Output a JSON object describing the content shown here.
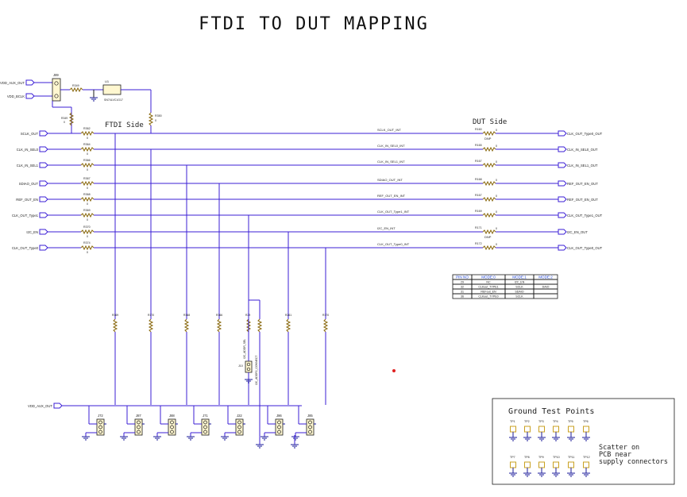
{
  "title": "FTDI TO DUT MAPPING",
  "side_labels": {
    "ftdi": "FTDI Side",
    "dut": "DUT Side"
  },
  "colors": {
    "wire": "#3b1fd6",
    "wire_red": "#d61f1f",
    "resistor": "#8a6a10",
    "connector": "#c8a020",
    "ground": "#1a1a9a",
    "text": "#222222",
    "test_point": "#c8a020"
  },
  "top_circuit": {
    "left_ports": [
      "VDD_AUX_OUT",
      "VDD_BCLK"
    ],
    "jumper": "J89",
    "resistor": "R349",
    "ic": "U1",
    "ic_part": "SN74LVC1G17",
    "pull_resistor": "R349",
    "side_resistor": "R350"
  },
  "nets": [
    {
      "left_port": "SCLK_OUT",
      "r_left": "R362",
      "net": "SCLK_OUT_INT",
      "r_right": "R160",
      "right_port": "CLK_OUT_Type0_OUT",
      "dnp": true
    },
    {
      "left_port": "CLK_IN_SEL0",
      "r_left": "R364",
      "net": "CLK_IN_SEL0_INT",
      "r_right": "R165",
      "right_port": "CLK_IN_SEL0_OUT",
      "dnp": false
    },
    {
      "left_port": "CLK_IN_SEL1",
      "r_left": "R366",
      "net": "CLK_IN_SEL1_INT",
      "r_right": "R167",
      "right_port": "CLK_IN_SEL1_OUT",
      "dnp": false
    },
    {
      "left_port": "SDIAO_OUT",
      "r_left": "R367",
      "net": "SDIAO_OUT_INT",
      "r_right": "R168",
      "right_port": "REF_OUT_EN_OUT",
      "dnp": false
    },
    {
      "left_port": "REF_OUT_EN",
      "r_left": "R368",
      "net": "REF_OUT_EN_INT",
      "r_right": "R167",
      "right_port": "REF_OUT_EN_OUT",
      "dnp": false
    },
    {
      "left_port": "CLK_OUT_Type1",
      "r_left": "R369",
      "net": "CLK_OUT_Type1_INT",
      "r_right": "R169",
      "right_port": "CLK_OUT_Type1_OUT",
      "dnp": false
    },
    {
      "left_port": "I2C_EN",
      "r_left": "R370",
      "net": "I2C_EN_INT",
      "r_right": "R171",
      "right_port": "I2C_EN_OUT",
      "dnp": true
    },
    {
      "left_port": "CLK_OUT_Type0",
      "r_left": "R374",
      "net": "CLK_OUT_Type0_INT",
      "r_right": "R172",
      "right_port": "CLK_OUT_Type0_OUT",
      "dnp": false
    }
  ],
  "dnp_label": "DNP",
  "resistor_value": "0",
  "pin_table": {
    "headers": [
      "PIN NO",
      "MODE:0",
      "MODE:1",
      "MODE:2"
    ],
    "rows": [
      [
        "29",
        "NC",
        "I2C_EN",
        ""
      ],
      [
        "32",
        "CLKout_TYPE1",
        "SCLK",
        "DAIO"
      ],
      [
        "31",
        "REFout_EN",
        "SDAIO",
        ""
      ],
      [
        "36",
        "CLKout_TYPE0",
        "SCLK",
        ""
      ]
    ]
  },
  "bottom": {
    "supply_port": "VDD_AUX_OUT",
    "vertical_resistors": [
      "R369",
      "R170",
      "R368",
      "R366",
      "R29",
      "R261",
      "R170"
    ],
    "connectors": [
      "J72",
      "J87",
      "J88",
      "J71",
      "J22",
      "J86",
      "J85"
    ],
    "extra_connector": "J10",
    "extra_connector_label": "I2C_ADDR_SEL",
    "extra_net_label": "I2C_ADDR0_CONNECT"
  },
  "test_points": {
    "title": "Ground Test Points",
    "row1": [
      "TP1",
      "TP2",
      "TP3",
      "TP4",
      "TP5",
      "TP6"
    ],
    "row2": [
      "TP7",
      "TP8",
      "TP9",
      "TP10",
      "TP11",
      "TP12"
    ],
    "note_lines": [
      "Scatter on",
      "PCB near",
      "supply connectors"
    ]
  }
}
